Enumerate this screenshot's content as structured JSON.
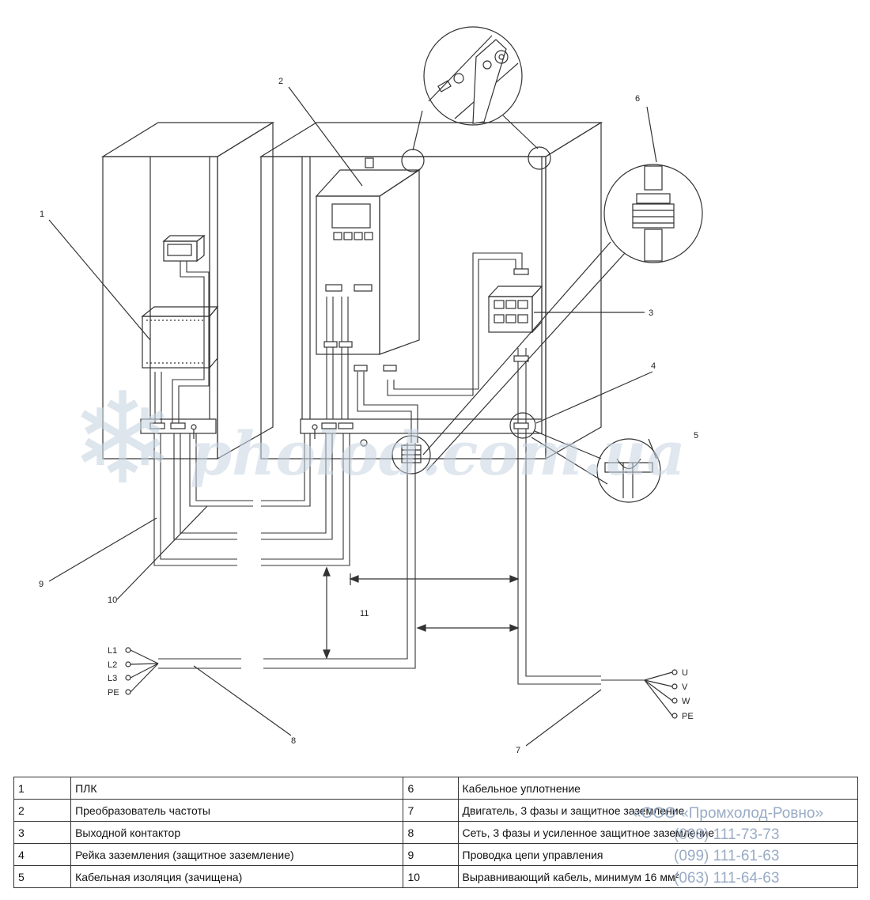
{
  "callouts": [
    "1",
    "2",
    "3",
    "4",
    "5",
    "6",
    "7",
    "8",
    "9",
    "10",
    "11"
  ],
  "mains_terminals": [
    "L1",
    "L2",
    "L3",
    "PE"
  ],
  "motor_terminals": [
    "U",
    "V",
    "W",
    "PE"
  ],
  "legend": [
    {
      "n": "1",
      "text": "ПЛК",
      "n2": "6",
      "text2": "Кабельное уплотнение"
    },
    {
      "n": "2",
      "text": "Преобразователь частоты",
      "n2": "7",
      "text2": "Двигатель, 3 фазы и защитное заземление"
    },
    {
      "n": "3",
      "text": "Выходной контактор",
      "n2": "8",
      "text2": "Сеть, 3 фазы и усиленное защитное заземление"
    },
    {
      "n": "4",
      "text": "Рейка заземления (защитное заземление)",
      "n2": "9",
      "text2": "Проводка цепи управления"
    },
    {
      "n": "5",
      "text": "Кабельная изоляция (зачищена)",
      "n2": "10",
      "text2": "Выравнивающий кабель, минимум 16 мм²"
    }
  ],
  "watermark": {
    "site": "pholod.com.ua",
    "company": "«ООО «Промхолод-Ровно»",
    "phones": [
      "(098) 111-73-73",
      "(099) 111-61-63",
      "(063) 111-64-63"
    ]
  }
}
